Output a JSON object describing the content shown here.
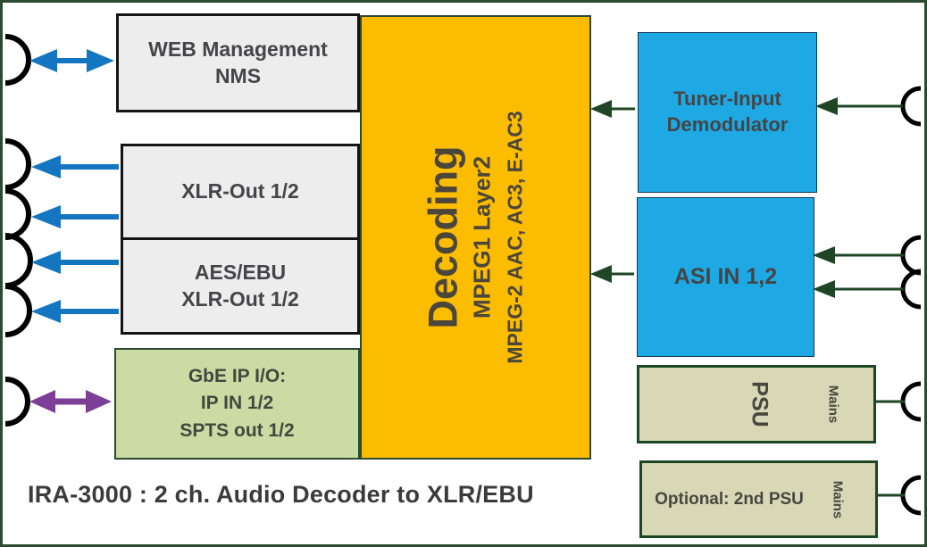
{
  "caption": "IRA-3000 : 2 ch. Audio Decoder to XLR/EBU",
  "colors": {
    "background": "#FFFFFF",
    "outer_border": "#2B4A31",
    "gray_box_fill": "#EDEDEE",
    "gray_box_border": "#141414",
    "green_box_fill": "#CBDBA4",
    "green_box_border": "#2B4A31",
    "decoder_fill": "#FCBC00",
    "decoder_border": "#2B4A31",
    "blue_box_fill": "#1EA9E4",
    "blue_box_border": "#0E3A52",
    "psu_fill": "#D8D8B6",
    "psu_border": "#1C4723",
    "blue_arrow": "#1476C0",
    "purple_arrow": "#7C3E97",
    "green_arrow": "#1E4524",
    "connector_black": "#000000",
    "text_dark": "#454547"
  },
  "blocks": {
    "web_management": {
      "line1": "WEB Management",
      "line2": "NMS"
    },
    "xlr_out": {
      "label": "XLR-Out 1/2"
    },
    "aes_ebu": {
      "line1": "AES/EBU",
      "line2": "XLR-Out 1/2"
    },
    "gbe_ip": {
      "line1": "GbE IP I/O:",
      "line2": "IP IN 1/2",
      "line3": "SPTS out 1/2"
    },
    "decoder": {
      "title": "Decoding",
      "subtitle1": "MPEG1 Layer2",
      "subtitle2": "MPEG-2 AAC, AC3, E-AC3"
    },
    "tuner": {
      "line1": "Tuner-Input",
      "line2": "Demodulator"
    },
    "asi": {
      "label": "ASI IN 1,2"
    },
    "psu": {
      "label": "PSU",
      "mains_label": "Mains"
    },
    "psu_optional": {
      "label": "Optional: 2nd PSU",
      "mains_label": "Mains"
    }
  }
}
